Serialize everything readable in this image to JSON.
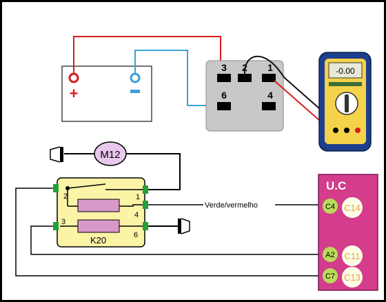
{
  "colors": {
    "red_wire": "#d81c1c",
    "blue_wire": "#3aa0d8",
    "relay_fill": "#fbf3a6",
    "coil_fill": "#d999c8",
    "uc_fill": "#d43c8c",
    "motor_fill": "#e8c8ec",
    "connector_pin_green": "#22a03a",
    "uc_pin_green": "#b8dc5a",
    "uc_pin_white": "#fffde8",
    "multimeter_blue": "#1d3f8c",
    "multimeter_yellow": "#f4d24a",
    "connector_grey": "#c8c8c8"
  },
  "battery": {
    "positive_symbol": "+",
    "negative_symbol": "-"
  },
  "connector": {
    "pins": [
      "3",
      "2",
      "1",
      "6",
      "4"
    ]
  },
  "multimeter": {
    "display": "-0.00"
  },
  "motor": {
    "label": "M12"
  },
  "relay": {
    "label": "K20",
    "pins": [
      "2",
      "1",
      "4",
      "3",
      "6"
    ]
  },
  "wire_label": "Verde/vermelho",
  "uc": {
    "title": "U.C",
    "terminals": [
      {
        "left": "C4",
        "right": "C14"
      },
      {
        "left": "A2",
        "right": "C11"
      },
      {
        "left": "C7",
        "right": "C13"
      }
    ]
  }
}
